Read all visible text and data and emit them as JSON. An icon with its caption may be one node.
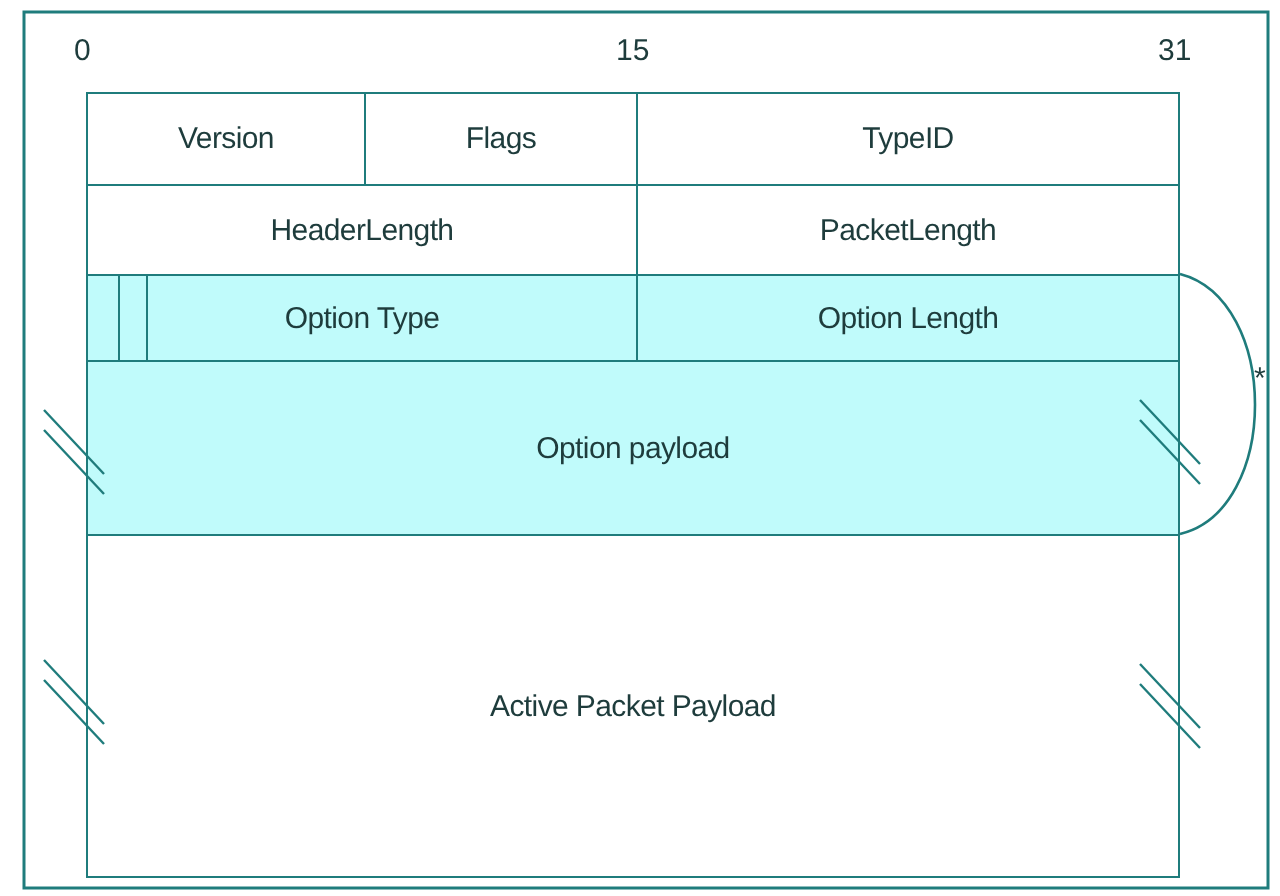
{
  "diagram": {
    "nodes": [
      {
        "text": [
          "Version"
        ]
      },
      {
        "text": [
          "Flags"
        ]
      },
      {
        "text": [
          "TypeID"
        ]
      },
      {
        "text": [
          "HeaderLength"
        ]
      },
      {
        "text": [
          "PacketLength"
        ]
      },
      {
        "text": [
          "Option Type"
        ]
      },
      {
        "text": [
          "Option Length"
        ]
      },
      {
        "text": [
          "Option payload"
        ]
      },
      {
        "text": [
          "Active Packet Payload"
        ]
      }
    ],
    "labels": [
      "0",
      "15",
      "31",
      "*"
    ]
  }
}
